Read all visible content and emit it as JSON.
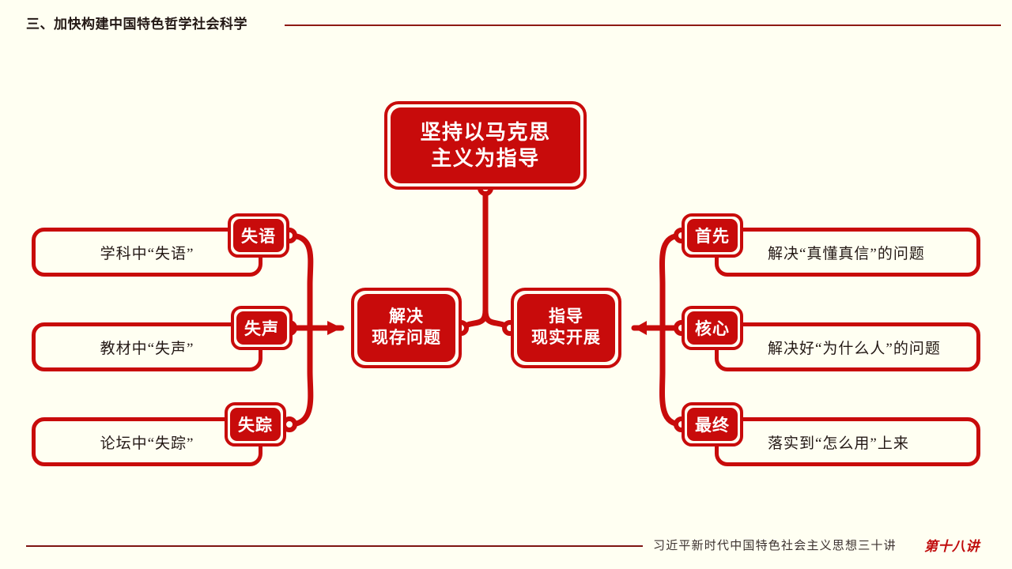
{
  "header": {
    "title": "三、加快构建中国特色哲学社会科学"
  },
  "footer": {
    "series": "习近平新时代中国特色社会主义思想三十讲",
    "lesson": "第十八讲"
  },
  "colors": {
    "red": "#C80B0B",
    "dark_red": "#8E1A14",
    "background": "#FFFFF2",
    "text": "#231815"
  },
  "diagram": {
    "type": "mind-map",
    "root": {
      "line1": "坚持以马克思",
      "line2": "主义为指导"
    },
    "center": [
      {
        "id": "solve",
        "line1": "解决",
        "line2": "现存问题"
      },
      {
        "id": "guide",
        "line1": "指导",
        "line2": "现实开展"
      }
    ],
    "left_branches": [
      {
        "tag": "失语",
        "text": "学科中“失语”"
      },
      {
        "tag": "失声",
        "text": "教材中“失声”"
      },
      {
        "tag": "失踪",
        "text": "论坛中“失踪”"
      }
    ],
    "right_branches": [
      {
        "tag": "首先",
        "text": "解决“真懂真信”的问题"
      },
      {
        "tag": "核心",
        "text": "解决好“为什么人”的问题"
      },
      {
        "tag": "最终",
        "text": "落实到“怎么用”上来"
      }
    ]
  }
}
